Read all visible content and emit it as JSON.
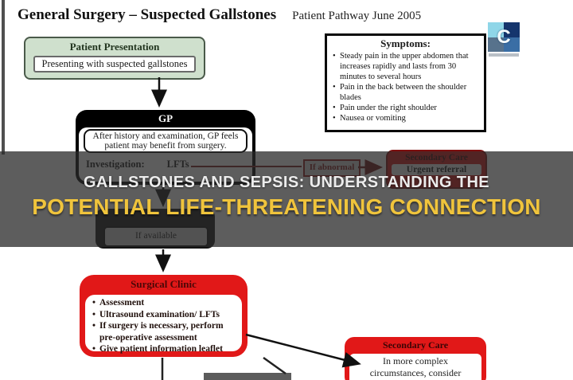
{
  "title": {
    "main": "General Surgery – Suspected Gallstones",
    "sub": "Patient Pathway  June 2005"
  },
  "overlay": {
    "line1": "GALLSTONES AND SEPSIS: UNDERSTANDING THE",
    "line2": "POTENTIAL LIFE-THREATENING CONNECTION",
    "line1_color": "#ececec",
    "line2_color": "#f0c43c"
  },
  "flowchart": {
    "patient_presentation": {
      "header": "Patient Presentation",
      "body": "Presenting with suspected gallstones"
    },
    "symptoms": {
      "title": "Symptoms:",
      "items": [
        "Steady pain in the upper abdomen that increases rapidly and lasts from 30 minutes to several hours",
        "Pain in the back between the shoulder blades",
        "Pain under the right shoulder",
        "Nausea or vomiting"
      ]
    },
    "gp": {
      "header": "GP",
      "body": "After history and examination, GP feels patient may benefit from surgery.",
      "investigation_label": "Investigation:",
      "investigation_value": "LFTs"
    },
    "if_abnormal_label": "If abnormal",
    "secondary_care_top": {
      "header": "Secondary Care",
      "body": "Urgent referral"
    },
    "if_available_label": "If available",
    "surgical_clinic": {
      "header": "Surgical Clinic",
      "items": [
        "Assessment",
        "Ultrasound examination/ LFTs",
        "If surgery is necessary, perform pre-operative assessment",
        "Give patient information leaflet"
      ]
    },
    "secondary_care_bottom": {
      "header": "Secondary Care",
      "body": "In more complex circumstances, consider"
    }
  },
  "logo": {
    "letter": "C"
  },
  "colors": {
    "box_red": "#e11818",
    "box_green": "#cfe0cd",
    "box_black": "#141414",
    "arrow_red": "#7a1a1a",
    "banner_bg": "rgba(42,42,42,0.76)",
    "banner_yellow": "#f0c43c"
  }
}
